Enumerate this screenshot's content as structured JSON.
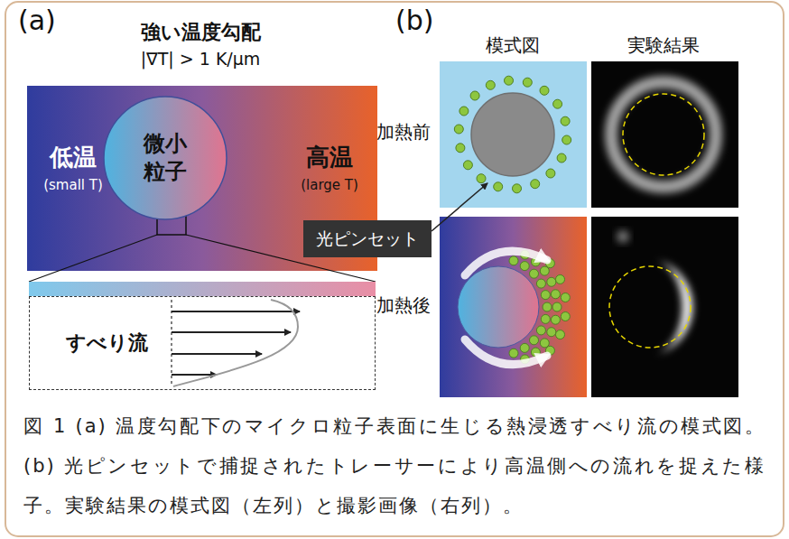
{
  "diagram": {
    "caption": "図 1 (a) 温度勾配下のマイクロ粒子表面に生じる熱浸透すべり流の模式図。(b) 光ピンセットで捕捉されたトレーサーにより高温側への流れを捉えた様子。実験結果の模式図（左列）と撮影画像（右列）。",
    "nodes": [
      {
        "text": [
          "微小粒子"
        ]
      },
      {
        "text": [
          "すべり流"
        ]
      },
      {
        "text": [
          "光ピンセット"
        ]
      }
    ],
    "labels": [
      "(a)",
      "強い温度勾配",
      "|∇T| > 1 K/μm",
      "低温",
      "(small T)",
      "高温",
      "(large T)",
      "(b)",
      "模式図",
      "実験結果",
      "加熱前",
      "加熱後"
    ]
  }
}
